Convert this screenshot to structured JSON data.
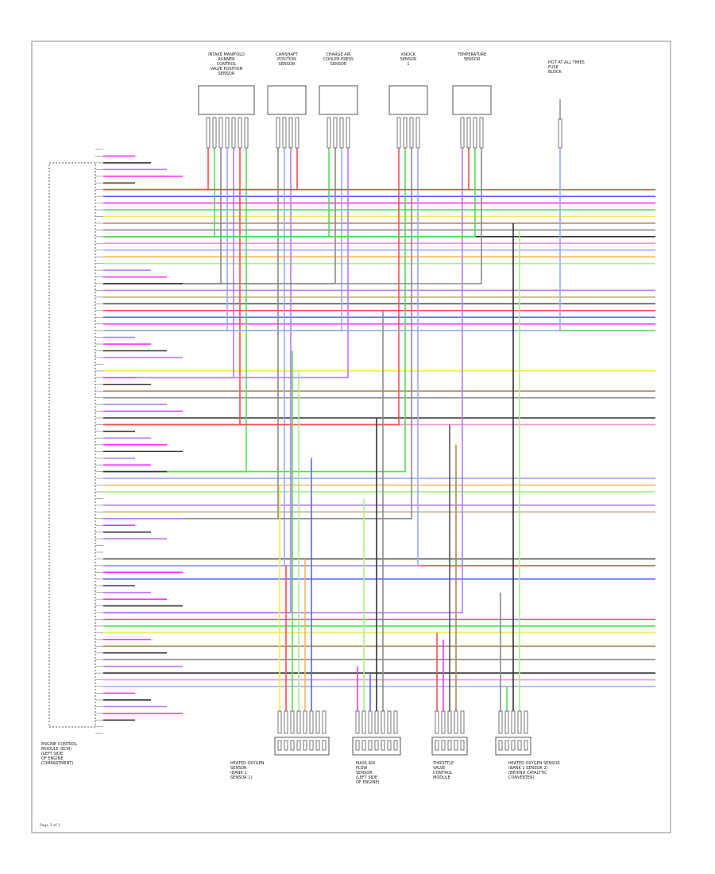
{
  "diagram": {
    "page_label": "Page 1 of 1",
    "ecm_label": [
      "ENGINE CONTROL",
      "MODULE (ECM)",
      "(LEFT SIDE",
      "OF ENGINE",
      "COMPARTMENT)"
    ]
  },
  "components": [
    {
      "id": "c1",
      "label": [
        "INTAKE MANIFOLD",
        "RUNNER",
        "CONTROL",
        "VALVE POSITION",
        "SENSOR"
      ]
    },
    {
      "id": "c2",
      "label": [
        "CAMSHAFT",
        "POSITION",
        "SENSOR"
      ]
    },
    {
      "id": "c3",
      "label": [
        "CHARGE AIR",
        "COOLER PRESS",
        "SENSOR"
      ]
    },
    {
      "id": "c4",
      "label": [
        "KNOCK",
        "SENSOR",
        "1"
      ]
    },
    {
      "id": "c5",
      "label": [
        "TEMPERATURE",
        "SENSOR"
      ]
    },
    {
      "id": "c6",
      "label": [
        "HOT AT ALL TIMES",
        "FUSE",
        "BLOCK"
      ]
    },
    {
      "id": "c7",
      "label": [
        "HEATED OXYGEN",
        "SENSOR",
        "(BANK 1",
        "SENSOR 1)"
      ]
    },
    {
      "id": "c8",
      "label": [
        "MASS AIR",
        "FLOW",
        "SENSOR",
        "(LEFT SIDE",
        "OF ENGINE)"
      ]
    },
    {
      "id": "c9",
      "label": [
        "THROTTLE",
        "VALVE",
        "CONTROL",
        "MODULE"
      ]
    },
    {
      "id": "c10",
      "label": [
        "HEATED OXYGEN SENSOR",
        "(BANK 1 SENSOR 2)",
        "(BEHIND CATALYTIC",
        "CONVERTER)"
      ]
    }
  ],
  "colors": {
    "red": "#ff4d4d",
    "blue": "#5566ff",
    "magenta": "#ff33ff",
    "green": "#55dd55",
    "yellow": "#f2ea4a",
    "brown": "#b08a55",
    "gray": "#8a8a8a",
    "black": "#333333",
    "pink": "#ff8fcf",
    "lightblue": "#99aaff",
    "orange": "#ffb25a",
    "lightgreen": "#a5f08a",
    "violet": "#b57bff",
    "tan": "#c9b27a",
    "darkgray": "#555555"
  }
}
